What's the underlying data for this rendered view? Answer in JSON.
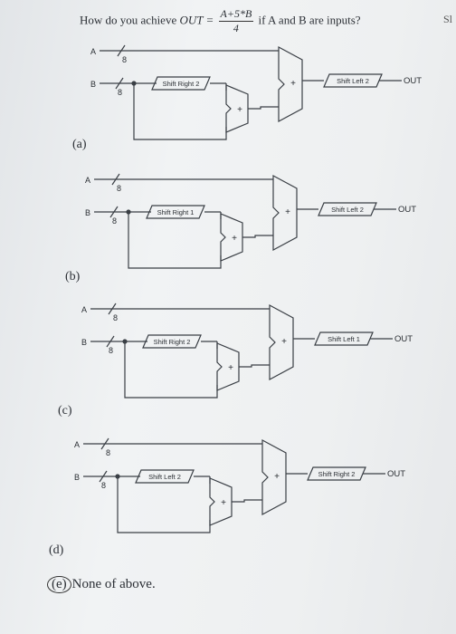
{
  "question": {
    "prefix": "How do you achieve",
    "lhs": "OUT =",
    "numerator": "A+5*B",
    "denominator": "4",
    "suffix": "if A and B are inputs?"
  },
  "corner_mark": "Sl",
  "common": {
    "input_a": "A",
    "input_b": "B",
    "bus_width": "8",
    "adder_symbol": "+",
    "output": "OUT"
  },
  "options": [
    {
      "tag": "(a)",
      "shift1": "Shift Right 2",
      "shift2": "Shift Left 2"
    },
    {
      "tag": "(b)",
      "shift1": "Shift Right 1",
      "shift2": "Shift Left 2"
    },
    {
      "tag": "(c)",
      "shift1": "Shift Right 2",
      "shift2": "Shift Left 1"
    },
    {
      "tag": "(d)",
      "shift1": "Shift Left 2",
      "shift2": "Shift Right 2"
    }
  ],
  "final_option": {
    "tag": "(e)",
    "text": "None of above."
  }
}
